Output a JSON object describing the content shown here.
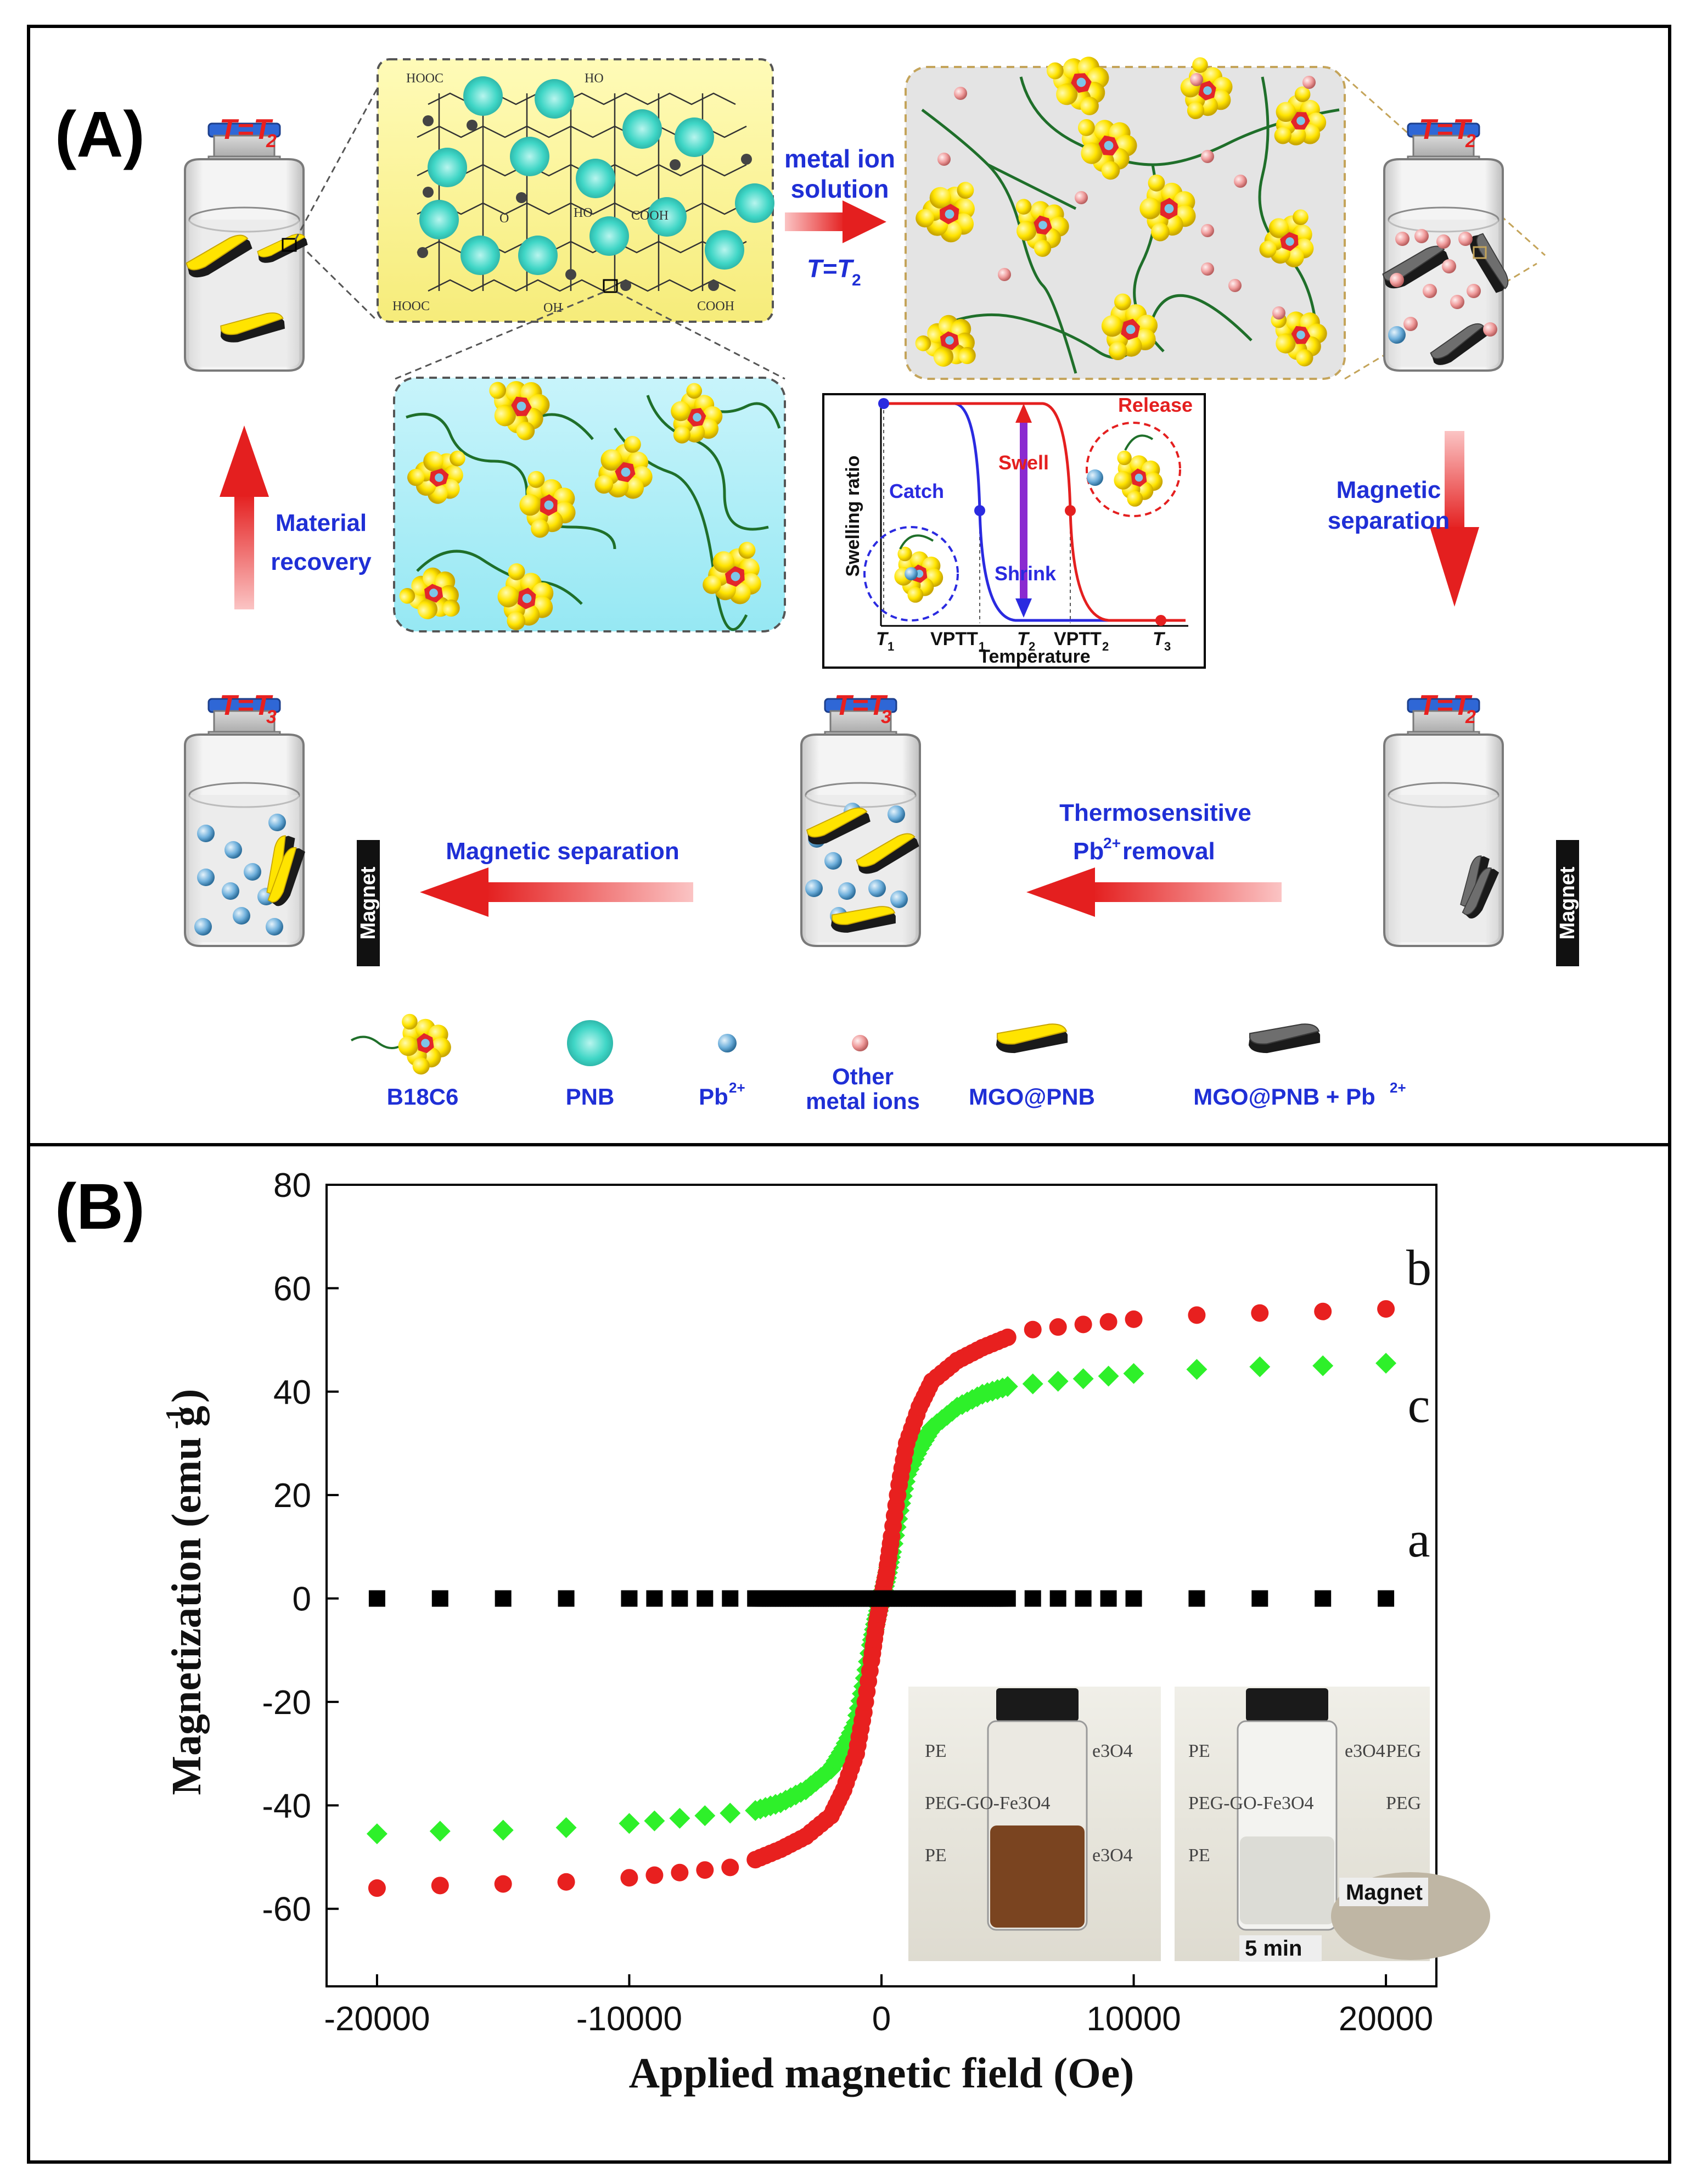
{
  "panel_a": {
    "label": "(A)",
    "vials": {
      "v1_temp": "T=T",
      "v1_sub": "2",
      "v2_temp": "T=T",
      "v2_sub": "2",
      "v3_temp": "T=T",
      "v3_sub": "2",
      "v4_temp": "T=T",
      "v4_sub": "3",
      "v5_temp": "T=T",
      "v5_sub": "3"
    },
    "steps": {
      "metal_ion_line1": "metal ion",
      "metal_ion_line2": "solution",
      "metal_ion_temp": "T=T",
      "metal_ion_temp_sub": "2",
      "magnetic_separation_right_1": "Magnetic",
      "magnetic_separation_right_2": "separation",
      "material_recovery_1": "Material",
      "material_recovery_2": "recovery",
      "thermo_1": "Thermosensitive",
      "thermo_2_pre": "Pb",
      "thermo_2_sup": "2+",
      "thermo_2_post": " removal",
      "magnetic_separation_bottom": "Magnetic separation",
      "magnet": "Magnet"
    },
    "structure_labels": {
      "hooc_top": "HOOC",
      "ho_top": "HO",
      "ho_mid": "HO",
      "o": "O",
      "cooh_mid": "COOH",
      "hooc_bottom": "HOOC",
      "oh": "OH",
      "cooh_bottom": "COOH"
    },
    "inset": {
      "ylabel": "Swelling ratio",
      "xlabel": "Temperature",
      "catch": "Catch",
      "release": "Release",
      "swell": "Swell",
      "shrink": "Shrink",
      "t1": "T",
      "t1_sub": "1",
      "vptt1": "VPTT",
      "vptt1_sub": "1",
      "t2": "T",
      "t2_sub": "2",
      "vptt2": "VPTT",
      "vptt2_sub": "2",
      "t3": "T",
      "t3_sub": "3"
    },
    "legend": {
      "b18c6": "B18C6",
      "pnb": "PNB",
      "pb_pre": "Pb",
      "pb_sup": "2+",
      "other_1": "Other",
      "other_2": "metal ions",
      "mgo": "MGO@PNB",
      "mgo_pb_pre": "MGO@PNB + Pb",
      "mgo_pb_sup": "2+"
    },
    "colors": {
      "label_blue": "#1f2fd6",
      "temp_red": "#e8201f",
      "gold": "#f5d800",
      "teal": "#3fd6c6",
      "pb_blue": "#5ea3d6",
      "ion_pink": "#e89a9a"
    }
  },
  "panel_b": {
    "label": "(B)",
    "sample_photo_labels": {
      "row1_left": "PE",
      "row1_right": "e3O4",
      "row2": "PEG-GO-Fe3O4",
      "row3_left": "PE",
      "row3_right": "e3O4",
      "row1b_left": "PE",
      "row1b_right": "e3O4",
      "row1b_far": "PEG",
      "row2b": "PEG-GO-Fe3O4",
      "row2b_far": "PEG",
      "row3b": "PE",
      "time": "5 min",
      "magnet": "Magnet"
    }
  },
  "chart_data": {
    "type": "scatter",
    "title": "",
    "xlabel": "Applied magnetic field (Oe)",
    "ylabel": "Magnetization (emu g",
    "ylabel_sup": "-1",
    "ylabel_close": ")",
    "xlim": [
      -22000,
      22000
    ],
    "ylim": [
      -75,
      80
    ],
    "xticks": [
      -20000,
      -10000,
      0,
      10000,
      20000
    ],
    "xtick_labels": [
      "-20000",
      "-10000",
      "0",
      "10000",
      "20000"
    ],
    "yticks": [
      -60,
      -40,
      -20,
      0,
      20,
      40,
      60,
      80
    ],
    "ytick_labels": [
      "-60",
      "-40",
      "-20",
      "0",
      "20",
      "40",
      "60",
      "80"
    ],
    "grid": false,
    "series": [
      {
        "name": "a",
        "color": "#000000",
        "marker": "square",
        "x": [
          -20000,
          -17500,
          -15000,
          -12500,
          -10000,
          -9000,
          -8000,
          -7000,
          -6000,
          -5000,
          -4500,
          -4000,
          -3500,
          -3000,
          -2500,
          -2000,
          -1500,
          -1000,
          -500,
          0,
          500,
          1000,
          1500,
          2000,
          2500,
          3000,
          3500,
          4000,
          4500,
          5000,
          6000,
          7000,
          8000,
          9000,
          10000,
          12500,
          15000,
          17500,
          20000
        ],
        "y": [
          0,
          0,
          0,
          0,
          0,
          0,
          0,
          0,
          0,
          0,
          0,
          0,
          0,
          0,
          0,
          0,
          0,
          0,
          0,
          0,
          0,
          0,
          0,
          0,
          0,
          0,
          0,
          0,
          0,
          0,
          0,
          0,
          0,
          0,
          0,
          0,
          0,
          0,
          0
        ]
      },
      {
        "name": "b",
        "color": "#e8201f",
        "marker": "circle",
        "x": [
          -20000,
          -17500,
          -15000,
          -12500,
          -10000,
          -9000,
          -8000,
          -7000,
          -6000,
          -5000,
          -4000,
          -3000,
          -2000,
          -1500,
          -1000,
          -700,
          -400,
          -200,
          0,
          200,
          400,
          700,
          1000,
          1500,
          2000,
          3000,
          4000,
          5000,
          6000,
          7000,
          8000,
          9000,
          10000,
          12500,
          15000,
          17500,
          20000
        ],
        "y": [
          -56,
          -55.5,
          -55.2,
          -54.8,
          -54,
          -53.5,
          -53,
          -52.5,
          -52,
          -50.5,
          -48.5,
          -46,
          -42,
          -37,
          -30,
          -22,
          -12,
          -5,
          0,
          5,
          12,
          22,
          30,
          37,
          42,
          46,
          48.5,
          50.5,
          52,
          52.5,
          53,
          53.5,
          54,
          54.8,
          55.2,
          55.5,
          56
        ]
      },
      {
        "name": "c",
        "color": "#2ef02a",
        "marker": "diamond",
        "x": [
          -20000,
          -17500,
          -15000,
          -12500,
          -10000,
          -9000,
          -8000,
          -7000,
          -6000,
          -5000,
          -4000,
          -3000,
          -2000,
          -1500,
          -1000,
          -700,
          -400,
          -200,
          0,
          200,
          400,
          700,
          1000,
          1500,
          2000,
          3000,
          4000,
          5000,
          6000,
          7000,
          8000,
          9000,
          10000,
          12500,
          15000,
          17500,
          20000
        ],
        "y": [
          -45.5,
          -45,
          -44.8,
          -44.3,
          -43.5,
          -43,
          -42.5,
          -42,
          -41.5,
          -41,
          -39.5,
          -37,
          -33,
          -29,
          -24,
          -17,
          -9,
          -4,
          0,
          4,
          9,
          17,
          24,
          29,
          33,
          37,
          39.5,
          41,
          41.5,
          42,
          42.5,
          43,
          43.5,
          44.3,
          44.8,
          45,
          45.5
        ]
      }
    ]
  }
}
